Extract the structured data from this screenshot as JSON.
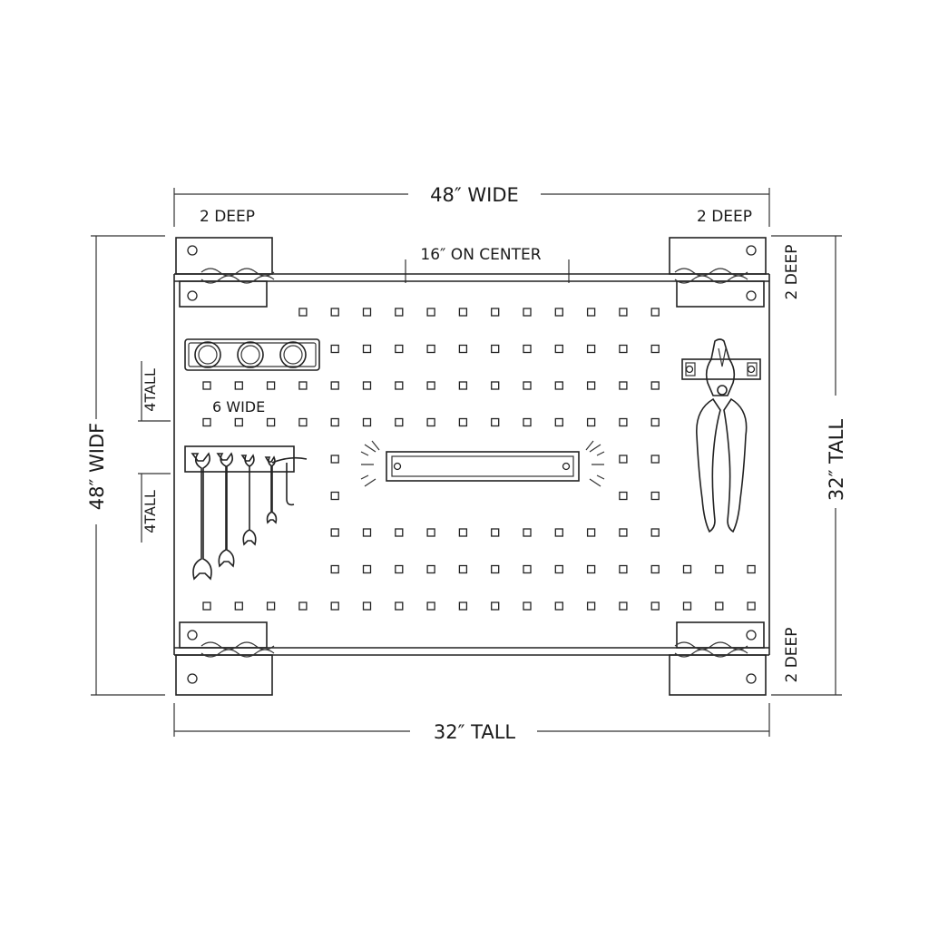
{
  "labels": {
    "top_width": "48″ WIDE",
    "bottom_dim": "32″ TALL",
    "left_dim": "48″ WIDF",
    "right_dim": "32″ TALL",
    "top_left_deep": "2 DEEP",
    "top_right_deep": "2 DEEP",
    "right_upper_deep": "2 DEEP",
    "right_lower_deep": "2 DEEP",
    "on_center": "16″ ON CENTER",
    "tall_upper": "4TALL",
    "tall_lower": "4TALL",
    "wide_six": "6 WIDE"
  },
  "colors": {
    "ink": "#222222",
    "background": "#ffffff"
  },
  "icons": [
    "bracket-icon",
    "socket-holder-icon",
    "wrench-icon",
    "hook-icon",
    "level-bar-icon",
    "pliers-icon"
  ]
}
